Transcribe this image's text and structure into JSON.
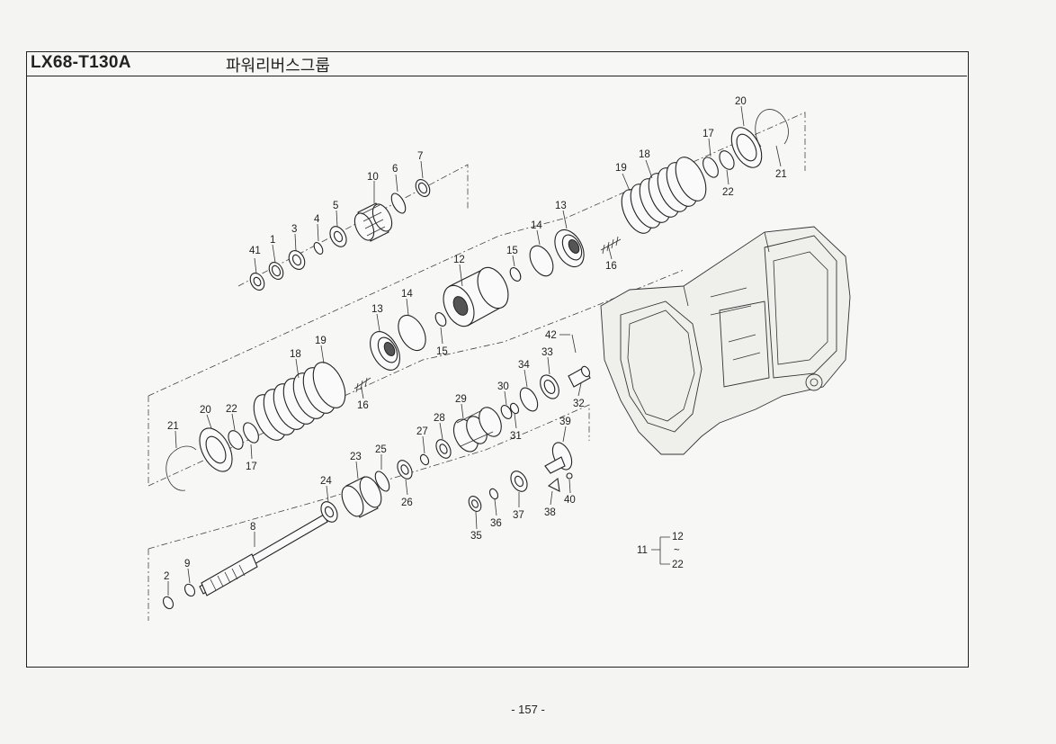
{
  "header": {
    "model": "LX68-T130A",
    "title": "파워리버스그룹"
  },
  "footer": {
    "page": "- 157 -"
  },
  "group_note": {
    "parent": "11",
    "from": "12",
    "tilde": "~",
    "to": "22"
  },
  "callouts": [
    "1",
    "2",
    "3",
    "4",
    "5",
    "6",
    "7",
    "8",
    "9",
    "10",
    "12",
    "13",
    "14",
    "15",
    "16",
    "17",
    "18",
    "19",
    "20",
    "21",
    "22",
    "23",
    "24",
    "25",
    "26",
    "27",
    "28",
    "29",
    "30",
    "31",
    "32",
    "33",
    "34",
    "35",
    "36",
    "37",
    "38",
    "39",
    "40",
    "41",
    "42"
  ]
}
